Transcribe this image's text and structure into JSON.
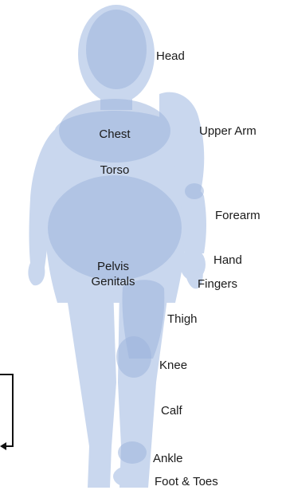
{
  "labels": {
    "head": "Head",
    "chest": "Chest",
    "upper_arm": "Upper Arm",
    "torso": "Torso",
    "forearm": "Forearm",
    "hand": "Hand",
    "pelvis": "Pelvis",
    "genitals": "Genitals",
    "fingers": "Fingers",
    "thigh": "Thigh",
    "knee": "Knee",
    "calf": "Calf",
    "ankle": "Ankle",
    "foot_toes": "Foot & Toes"
  },
  "colors": {
    "body_fill": "#c9d7ee",
    "region_fill": "#9db5dd",
    "text": "#1a1a1a",
    "bracket": "#111111"
  }
}
